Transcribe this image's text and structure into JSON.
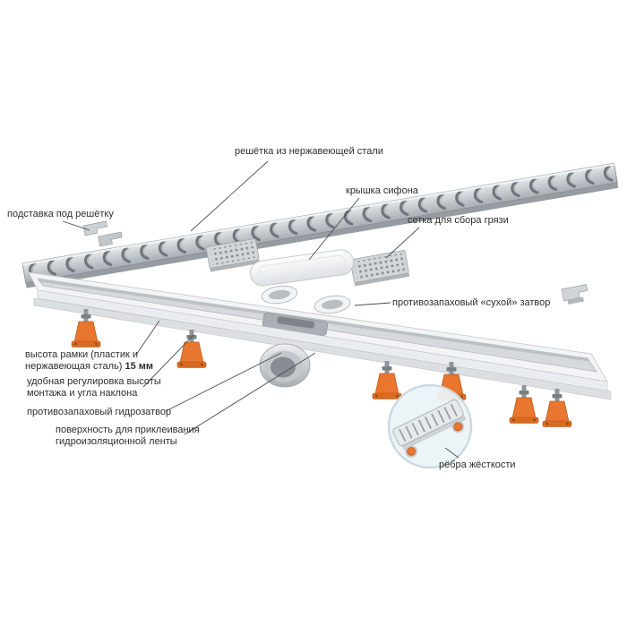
{
  "background": "#ffffff",
  "labels": {
    "grate": "решётка из нержавеющей стали",
    "siphon_cover": "крышка сифона",
    "dirt_mesh": "сетка для сбора грязи",
    "grate_stand": "подставка под решётку",
    "dry_trap": "противозапаховый «сухой» затвор",
    "frame_height_text": "высота рамки (пластик и нержавеющая сталь)",
    "frame_height_bold": "15 мм",
    "height_adjustment": "удобная регулировка высоты монтажа и угла наклона",
    "hydro_trap": "противозапаховый гидрозатвор",
    "tape_surface": "поверхность для приклеивания гидроизоляционной ленты",
    "stiffening_ribs": "рёбра жёсткости"
  },
  "colors": {
    "accent_orange": "#e8762e",
    "accent_orange_dark": "#d96a1f",
    "metal_light": "#e9ebed",
    "metal_mid": "#c6cbcf",
    "metal_dark": "#9aa0a5",
    "leader_line": "#4d4d4d",
    "zoom_fill": "#ecf3f8",
    "zoom_stroke": "#ccd9e1"
  }
}
